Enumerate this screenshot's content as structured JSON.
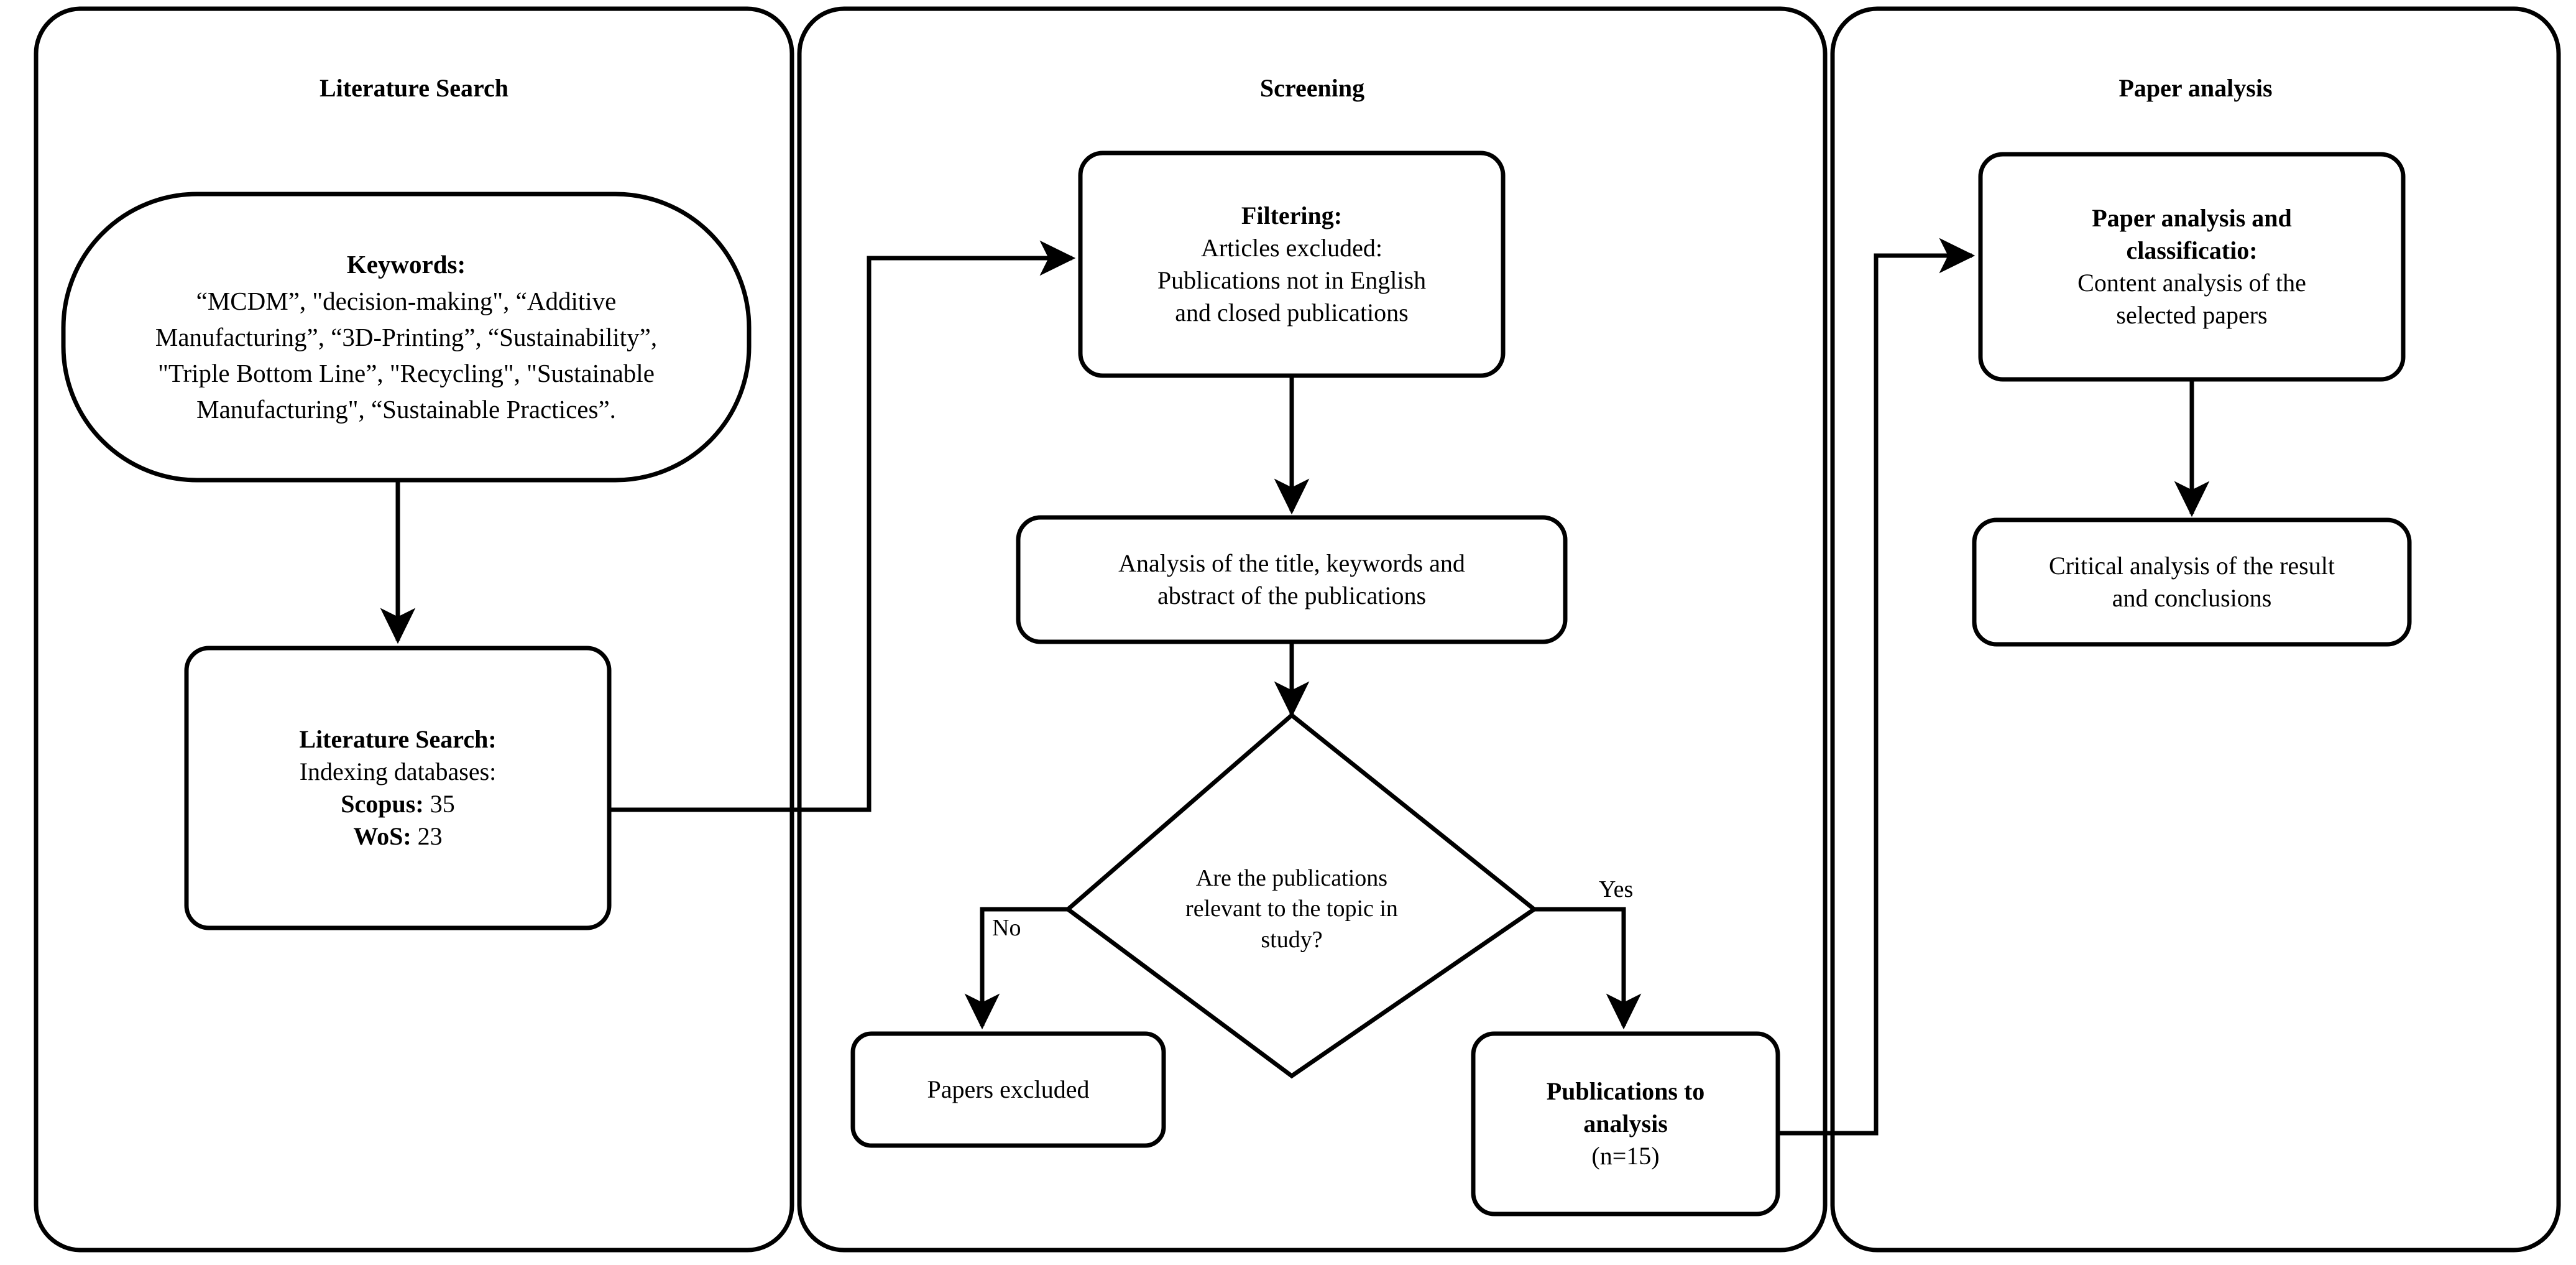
{
  "diagram": {
    "title": "Systematic literature review flowchart",
    "stroke_color": "#000000",
    "background_color": "#ffffff"
  },
  "panels": [
    {
      "id": "literature-search",
      "title": "Literature Search"
    },
    {
      "id": "screening",
      "title": "Screening"
    },
    {
      "id": "paper-analysis",
      "title": "Paper analysis"
    }
  ],
  "nodes": {
    "keywords": {
      "shape": "stadium",
      "heading": "Keywords:",
      "lines": [
        "“MCDM”, \"decision-making\", “Additive",
        "Manufacturing”, “3D-Printing”, “Sustainability”,",
        "\"Triple Bottom Line”, \"Recycling\", \"Sustainable",
        "Manufacturing\", “Sustainable Practices”."
      ]
    },
    "literature_search_box": {
      "shape": "rounded-rect",
      "line1": "Literature Search:",
      "line2": "Indexing databases:",
      "line3_label": "Scopus:",
      "line3_value": " 35",
      "line4_label": "WoS:",
      "line4_value": " 23"
    },
    "filtering": {
      "shape": "rounded-rect",
      "heading": "Filtering:",
      "line1": "Articles excluded:",
      "line2": "Publications not in English",
      "line3": "and closed publications"
    },
    "title_analysis": {
      "shape": "rounded-rect",
      "line1": "Analysis of the title, keywords and",
      "line2": "abstract of the publications"
    },
    "decision": {
      "shape": "diamond",
      "line1": "Are the publications",
      "line2": "relevant to the topic in",
      "line3": "study?"
    },
    "papers_excluded": {
      "shape": "rounded-rect",
      "line1": "Papers excluded"
    },
    "publications_to_analysis": {
      "shape": "rounded-rect",
      "line1": "Publications to",
      "line2": "analysis",
      "line3": "(n=15)"
    },
    "paper_analysis_classification": {
      "shape": "rounded-rect",
      "heading1": "Paper analysis and",
      "heading2": "classificatio:",
      "line1": "Content analysis of the",
      "line2": "selected papers"
    },
    "critical_analysis": {
      "shape": "rounded-rect",
      "line1": "Critical analysis of the result",
      "line2": "and conclusions"
    }
  },
  "edge_labels": {
    "no": "No",
    "yes": "Yes"
  }
}
